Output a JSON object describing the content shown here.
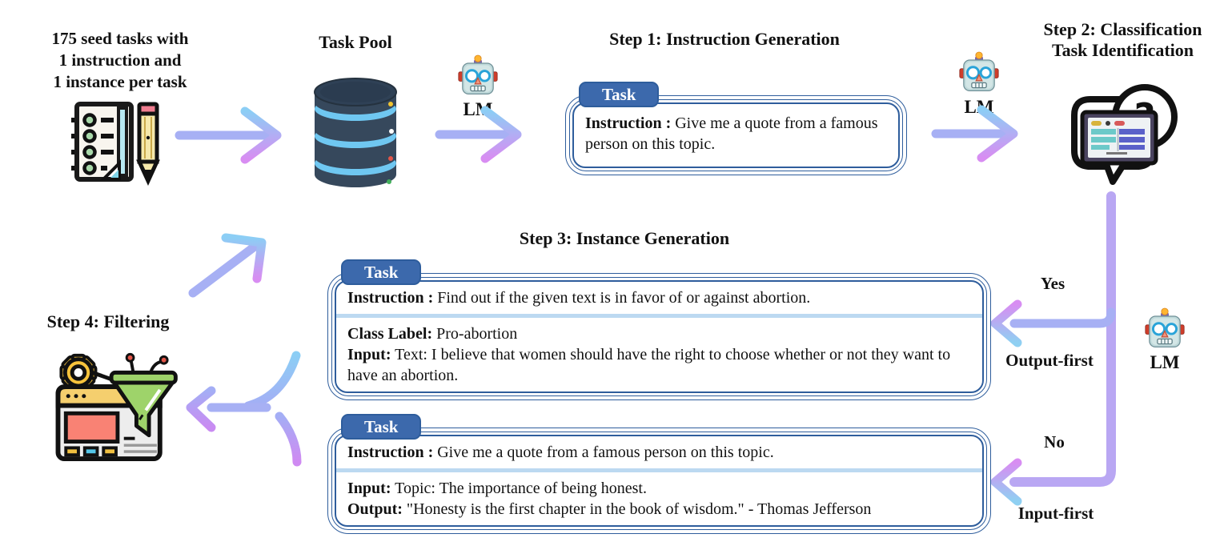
{
  "seed": {
    "lines": [
      "175 seed tasks with",
      "1 instruction and",
      "1 instance per task"
    ]
  },
  "task_pool": {
    "title": "Task Pool"
  },
  "lm": {
    "label": "LM"
  },
  "step1": {
    "title": "Step 1: Instruction Generation",
    "card": {
      "tab": "Task",
      "instruction_label": "Instruction :",
      "instruction_text": "Give me a quote from a famous person on this topic."
    }
  },
  "step2": {
    "title_lines": [
      "Step 2: Classification",
      "Task Identification"
    ],
    "question_mark": "?"
  },
  "step3": {
    "title": "Step 3: Instance Generation",
    "card_classification": {
      "tab": "Task",
      "instruction_label": "Instruction :",
      "instruction_text": "Find out if the given text is in favor of or against abortion.",
      "class_label": "Class Label:",
      "class_value": "Pro-abortion",
      "input_label": "Input:",
      "input_text": "Text: I believe that women should have the right to choose whether or not they want to have an abortion."
    },
    "card_generation": {
      "tab": "Task",
      "instruction_label": "Instruction :",
      "instruction_text": "Give me a quote from a famous person on this topic.",
      "input_label": "Input:",
      "input_text": "Topic: The importance of being honest.",
      "output_label": "Output:",
      "output_text": "\"Honesty is the first chapter in the book of wisdom.\" - Thomas Jefferson"
    }
  },
  "step4": {
    "title": "Step 4: Filtering"
  },
  "branch_labels": {
    "yes": "Yes",
    "output_first": "Output-first",
    "no": "No",
    "input_first": "Input-first"
  },
  "icons": {
    "seed": "notepad-pencil-icon",
    "task_pool": "database-icon",
    "lm": "robot-icon",
    "step2": "classification-chat-icon",
    "step4": "filter-window-icon"
  },
  "colors": {
    "card_border": "#2e5d9c",
    "tab_fill": "#3c69ac",
    "separator": "#bcd9f1",
    "arrow_shaft": "#a7b0f4",
    "arrow_cyan": "#8ccef5",
    "arrow_violet": "#d88df2",
    "arrow_lavender": "#b9a7f3"
  }
}
